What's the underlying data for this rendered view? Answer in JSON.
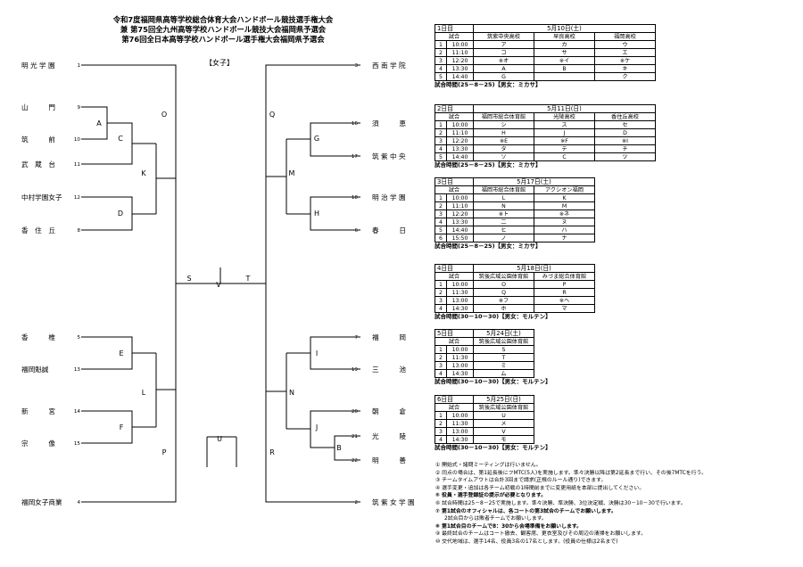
{
  "title": {
    "line1": "令和7度福岡県高等学校総合体育大会ハンドボール競技選手権大会",
    "line2": "兼 第75回全九州高等学校ハンドボール競技大会福岡県予選会",
    "line3": "第76回全日本高等学校ハンドボール選手権大会福岡県予選会"
  },
  "category": "【女子】",
  "left_teams": [
    {
      "name": "明 光 学 園",
      "seed": "1"
    },
    {
      "name": "山　　　門",
      "seed": "9"
    },
    {
      "name": "筑　　　前",
      "seed": "10"
    },
    {
      "name": "武　蔵　台",
      "seed": "11"
    },
    {
      "name": "中村学園女子",
      "seed": "12"
    },
    {
      "name": "香　住　丘",
      "seed": "8"
    },
    {
      "name": "香　　　椎",
      "seed": "5"
    },
    {
      "name": "福岡魁誠",
      "seed": "13"
    },
    {
      "name": "新　　　宮",
      "seed": "14"
    },
    {
      "name": "宗　　　像",
      "seed": "15"
    },
    {
      "name": "福岡女子商業",
      "seed": "4"
    }
  ],
  "right_teams": [
    {
      "name": "西 南 学 院",
      "seed": "3"
    },
    {
      "name": "須　　　恵",
      "seed": "16"
    },
    {
      "name": "筑 紫 中 央",
      "seed": "17"
    },
    {
      "name": "明 治 学 園",
      "seed": "18"
    },
    {
      "name": "春　　　日",
      "seed": "6"
    },
    {
      "name": "福　　　岡",
      "seed": "7"
    },
    {
      "name": "三　　　池",
      "seed": "19"
    },
    {
      "name": "朝　　　倉",
      "seed": "20"
    },
    {
      "name": "光　　　陵",
      "seed": "21"
    },
    {
      "name": "明　　　善",
      "seed": "22"
    },
    {
      "name": "筑 紫 女 学 園",
      "seed": "2"
    }
  ],
  "match_labels": {
    "A": "A",
    "B": "B",
    "C": "C",
    "D": "D",
    "E": "E",
    "F": "F",
    "G": "G",
    "H": "H",
    "I": "I",
    "J": "J",
    "K": "K",
    "L": "L",
    "M": "M",
    "N": "N",
    "O": "O",
    "P": "P",
    "Q": "Q",
    "R": "R",
    "S": "S",
    "T": "T",
    "U": "U",
    "V": "V"
  },
  "days": [
    {
      "label": "1日目",
      "date": "5月10日(土)",
      "header": [
        "試合",
        "筑紫中央高校",
        "早良高校",
        "福岡高校"
      ],
      "rows": [
        [
          "1",
          "10:00",
          "ア",
          "カ",
          "ウ"
        ],
        [
          "2",
          "11:10",
          "コ",
          "サ",
          "エ"
        ],
        [
          "3",
          "12:20",
          "※オ",
          "※イ",
          "※ケ"
        ],
        [
          "4",
          "13:30",
          "A",
          "B",
          "キ"
        ],
        [
          "5",
          "14:40",
          "G",
          "",
          "ク"
        ]
      ],
      "note": "試合時間(25－8－25)【男女：ミカサ】"
    },
    {
      "label": "2日目",
      "date": "5月11日(日)",
      "header": [
        "試合",
        "福岡市総合体育館",
        "光陵高校",
        "香住丘高校"
      ],
      "rows": [
        [
          "1",
          "10:00",
          "シ",
          "ス",
          "セ"
        ],
        [
          "2",
          "11:10",
          "H",
          "J",
          "D"
        ],
        [
          "3",
          "12:20",
          "※E",
          "※F",
          "※I"
        ],
        [
          "4",
          "13:30",
          "タ",
          "テ",
          "チ"
        ],
        [
          "5",
          "14:40",
          "ソ",
          "C",
          "ツ"
        ]
      ],
      "note": "試合時間(25－8－25)【男女：ミカサ】"
    },
    {
      "label": "3日目",
      "date": "5月17日(土)",
      "header": [
        "試合",
        "福岡市総合体育館",
        "アクシオン福岡"
      ],
      "rows": [
        [
          "1",
          "10:00",
          "L",
          "K"
        ],
        [
          "2",
          "11:10",
          "N",
          "M"
        ],
        [
          "3",
          "12:20",
          "※ト",
          "※ネ"
        ],
        [
          "4",
          "13:30",
          "二",
          "ヌ"
        ],
        [
          "5",
          "14:40",
          "ヒ",
          "ハ"
        ],
        [
          "6",
          "15:50",
          "ノ",
          "ナ"
        ]
      ],
      "note": "試合時間(25－8－25)【男女：ミカサ】"
    },
    {
      "label": "4日目",
      "date": "5月18日(日)",
      "header": [
        "試合",
        "筑後広域公園体育館",
        "みづま総合体育館"
      ],
      "rows": [
        [
          "1",
          "10:00",
          "O",
          "P"
        ],
        [
          "2",
          "11:30",
          "Q",
          "R"
        ],
        [
          "3",
          "13:00",
          "※フ",
          "※ヘ"
        ],
        [
          "4",
          "14:30",
          "ホ",
          "マ"
        ]
      ],
      "note": "試合時間(30－10－30)【男女：モルテン】"
    },
    {
      "label": "5日目",
      "date": "5月24日(土)",
      "header": [
        "試合",
        "筑後広域公園体育館"
      ],
      "rows": [
        [
          "1",
          "10:00",
          "S"
        ],
        [
          "2",
          "11:30",
          "T"
        ],
        [
          "3",
          "13:00",
          "ミ"
        ],
        [
          "4",
          "14:30",
          "ム"
        ]
      ],
      "note": "試合時間(30－10－30)【男女：モルテン】"
    },
    {
      "label": "6日目",
      "date": "5月25日(日)",
      "header": [
        "試合",
        "筑後広域公園体育館"
      ],
      "rows": [
        [
          "1",
          "10:00",
          "U"
        ],
        [
          "2",
          "11:30",
          "メ"
        ],
        [
          "3",
          "13:00",
          "V"
        ],
        [
          "4",
          "14:30",
          "モ"
        ]
      ],
      "note": "試合時間(30－10－30)【男女：モルテン】"
    }
  ],
  "notes": [
    {
      "text": "① 開始式・諸問ミーティングは行いません。",
      "bold": false
    },
    {
      "text": "② 同点の場合は、第1延長後にフMTC(5人)を実施します。準々決勝以降は第2延長まで行い、その後7MTCを行う。",
      "bold": false
    },
    {
      "text": "③ チームタイムアウトは合計3回まで請求(正規のルール通り)できます。",
      "bold": false
    },
    {
      "text": "④ 選手変更・追加は各チーム初戦の1時間前までに変更用紙を本部に提出してください。",
      "bold": false
    },
    {
      "text": "⑤ 役員・選手登録証の提示が必要となります。",
      "bold": true
    },
    {
      "text": "⑥ 試合時間は25－8－25で実施します。準々決勝、準決勝、3位決定戦、決勝は30－10－30で行います。",
      "bold": false
    },
    {
      "text": "⑦ 第1試合のオフィシャルは、各コートの第3試合のチームでお願いします。",
      "bold": true
    },
    {
      "text": "2試合目からは敗者チームでお願いします。",
      "bold": false,
      "sub": true
    },
    {
      "text": "⑧ 第1試合目のチームで8：30から会場準備をお願いします。",
      "bold": true
    },
    {
      "text": "⑨ 最終試合のチームはコート撤去、観客席、更衣室及びその周辺の清掃をお願いします。",
      "bold": false
    },
    {
      "text": "⑩ 交代地域は、選手14名、役員3名の17名とします。(役員の仕様は2名まで)",
      "bold": false
    }
  ]
}
